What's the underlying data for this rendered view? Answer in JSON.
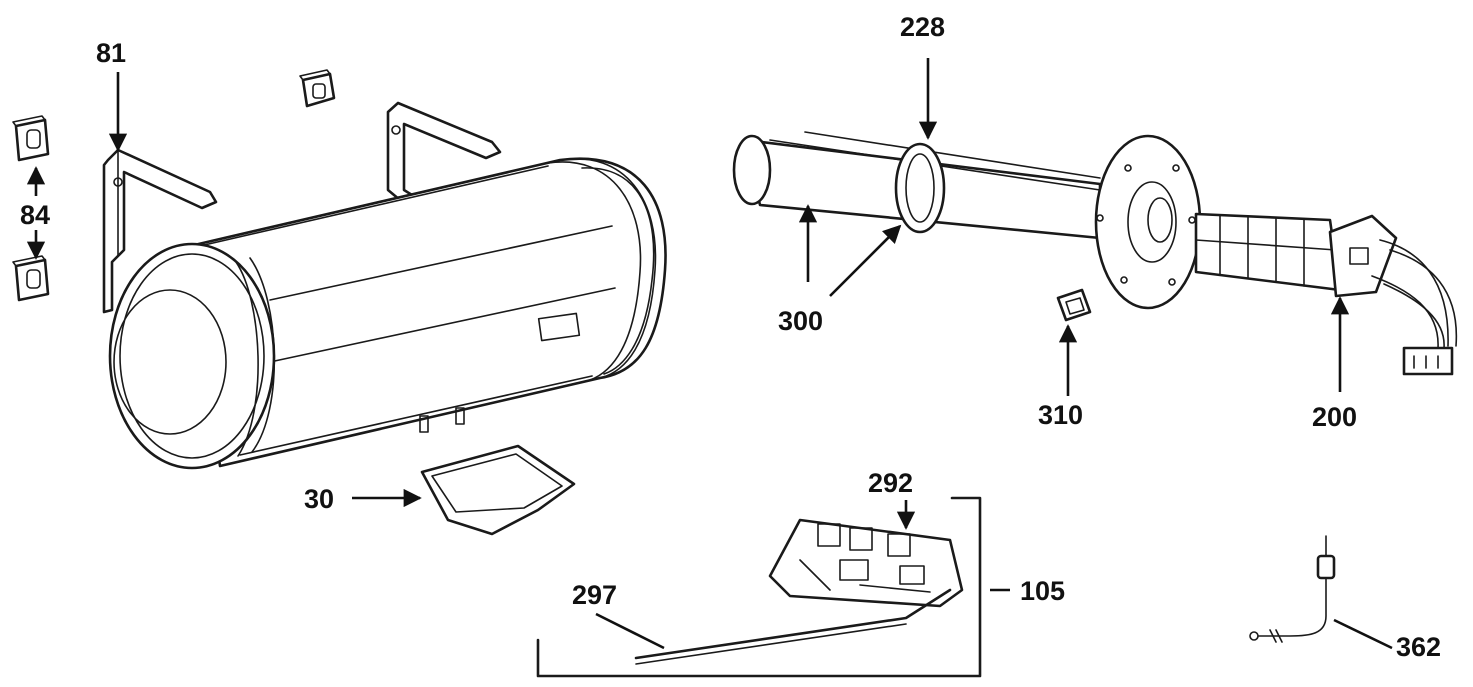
{
  "diagram": {
    "labels": {
      "p81": "81",
      "p84": "84",
      "p30": "30",
      "p228": "228",
      "p300": "300",
      "p310": "310",
      "p200": "200",
      "p292": "292",
      "p297": "297",
      "p105": "105",
      "p362": "362"
    },
    "colors": {
      "ink": "#1a1a1a",
      "background": "#ffffff"
    }
  }
}
